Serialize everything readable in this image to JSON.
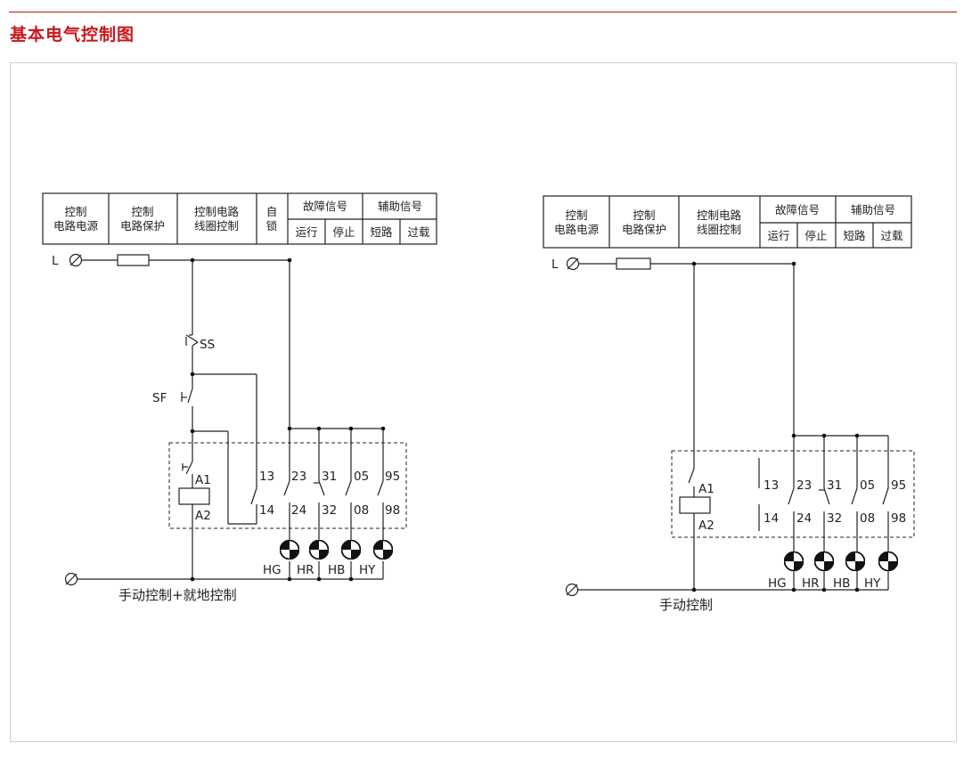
{
  "page": {
    "title": "基本电气控制图"
  },
  "left": {
    "header": {
      "col1": [
        "控制",
        "电路电源"
      ],
      "col2": [
        "控制",
        "电路保护"
      ],
      "col3": [
        "控制电路",
        "线圈控制"
      ],
      "col4": [
        "自",
        "锁"
      ],
      "fault_group": "故障信号",
      "fault_run": "运行",
      "fault_stop": "停止",
      "aux_group": "辅助信号",
      "aux_short": "短路",
      "aux_over": "过载"
    },
    "line_label": "L",
    "switch_ss": "SS",
    "switch_sf": "SF",
    "coil_a1": "A1",
    "coil_a2": "A2",
    "terminals_top": [
      "13",
      "23",
      "31",
      "05",
      "95"
    ],
    "terminals_bottom": [
      "14",
      "24",
      "32",
      "08",
      "98"
    ],
    "lamps": [
      "HG",
      "HR",
      "HB",
      "HY"
    ],
    "caption": "手动控制+就地控制"
  },
  "right": {
    "header": {
      "col1": [
        "控制",
        "电路电源"
      ],
      "col2": [
        "控制",
        "电路保护"
      ],
      "col3": [
        "控制电路",
        "线圈控制"
      ],
      "fault_group": "故障信号",
      "fault_run": "运行",
      "fault_stop": "停止",
      "aux_group": "辅助信号",
      "aux_short": "短路",
      "aux_over": "过载"
    },
    "line_label": "L",
    "coil_a1": "A1",
    "coil_a2": "A2",
    "terminals_top": [
      "13",
      "23",
      "31",
      "05",
      "95"
    ],
    "terminals_bottom": [
      "14",
      "24",
      "32",
      "08",
      "98"
    ],
    "lamps": [
      "HG",
      "HR",
      "HB",
      "HY"
    ],
    "caption": "手动控制"
  }
}
